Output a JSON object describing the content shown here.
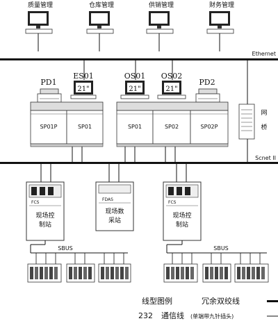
{
  "top_terminals": [
    "质量管理",
    "仓库管理",
    "供销管理",
    "财务管理"
  ],
  "ethernet_label": "Ethernet",
  "scnet_label": "Scnet II",
  "gateway_label": [
    "网",
    "桥"
  ],
  "printers": [
    {
      "label": "PD1"
    },
    {
      "label": "PD2"
    }
  ],
  "stations_top": [
    {
      "label": "ES01",
      "monitor_text": "21\""
    },
    {
      "label": "OS01",
      "monitor_text": "21\""
    },
    {
      "label": "OS02",
      "monitor_text": "21\""
    }
  ],
  "cabinets": [
    "SP01P",
    "SP01",
    "SP01",
    "SP02",
    "SP02P"
  ],
  "field_stations": [
    {
      "header": "FCS",
      "name_lines": [
        "现场控",
        "制站"
      ]
    },
    {
      "header": "FDAS",
      "name_lines": [
        "现场数",
        "采站"
      ]
    },
    {
      "header": "FCS",
      "name_lines": [
        "现场控",
        "制站"
      ]
    }
  ],
  "sbus_labels": [
    "SBUS",
    "SBUS"
  ],
  "legend": {
    "title": "线型图例",
    "items": [
      {
        "code": "",
        "text": "冗余双绞线",
        "style": "thick"
      },
      {
        "code": "232",
        "text": "通信线",
        "note": "(单端带九针插头)",
        "style": "thin"
      }
    ]
  }
}
